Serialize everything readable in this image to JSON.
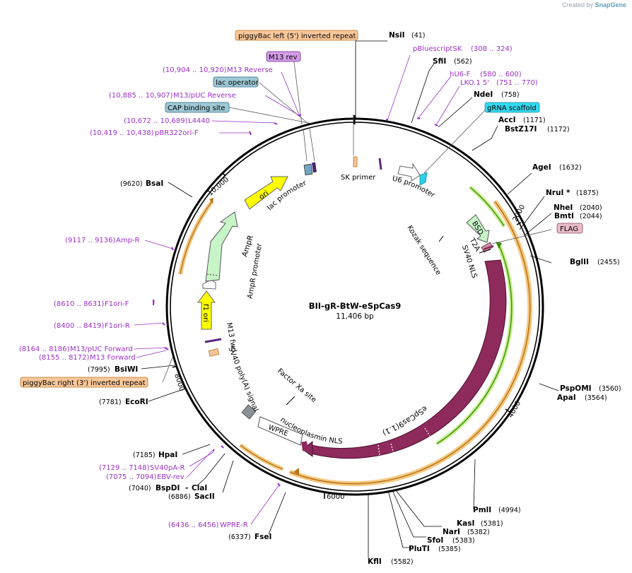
{
  "watermark": {
    "prefix": "Created by",
    "brand": "SnapGene"
  },
  "plasmid": {
    "name": "BII-gR-BtW-eSpCas9",
    "length": "11,406 bp",
    "ticks": [
      "2000",
      "4000",
      "6000",
      "8000",
      "10,000"
    ]
  },
  "colors": {
    "primer": "#9b30c8",
    "cas9": "#8e2a5c",
    "promoter_fill": "#ffffff",
    "ori": "#ffff00",
    "ampr": "#c8f5c8",
    "orange": "#f5a623",
    "green_arc": "#7dcc2a"
  },
  "sites": [
    {
      "name": "NsiI",
      "pos": "(41)"
    },
    {
      "name": "SfiI",
      "pos": "(562)"
    },
    {
      "name": "NdeI",
      "pos": "(758)"
    },
    {
      "name": "AccI",
      "pos": "(1171)"
    },
    {
      "name": "BstZ17I",
      "pos": "(1172)"
    },
    {
      "name": "AgeI",
      "pos": "(1632)"
    },
    {
      "name": "NruI *",
      "pos": "(1875)"
    },
    {
      "name": "NheI",
      "pos": "(2040)"
    },
    {
      "name": "BmtI",
      "pos": "(2044)"
    },
    {
      "name": "BglII",
      "pos": "(2455)"
    },
    {
      "name": "PspOMI",
      "pos": "(3560)"
    },
    {
      "name": "ApaI",
      "pos": "(3564)"
    },
    {
      "name": "PmlI",
      "pos": "(4994)"
    },
    {
      "name": "KasI",
      "pos": "(5381)"
    },
    {
      "name": "NarI",
      "pos": "(5382)"
    },
    {
      "name": "SfoI",
      "pos": "(5383)"
    },
    {
      "name": "PluTI",
      "pos": "(5385)"
    },
    {
      "name": "KflI",
      "pos": "(5582)"
    },
    {
      "name": "FseI",
      "pos": "(6337)"
    },
    {
      "name": "SacII",
      "pos": "(6886)"
    },
    {
      "name": "BspDI",
      "pos": "(7040)"
    },
    {
      "name": "ClaI",
      "pos": ""
    },
    {
      "name": "HpaI",
      "pos": "(7185)"
    },
    {
      "name": "EcoRI",
      "pos": "(7781)"
    },
    {
      "name": "BsiWI",
      "pos": "(7995)"
    },
    {
      "name": "BsaI",
      "pos": "(9620)"
    }
  ],
  "primers": [
    {
      "name": "pBluescriptSK",
      "range": "(308 .. 324)"
    },
    {
      "name": "hU6-F",
      "range": "(580 .. 600)"
    },
    {
      "name": "LKO.1 5'",
      "range": "(751 .. 770)"
    },
    {
      "name": "M13 Reverse",
      "range": "(10,904 .. 10,920)"
    },
    {
      "name": "M13/pUC Reverse",
      "range": "(10,885 .. 10,907)"
    },
    {
      "name": "L4440",
      "range": "(10,672 .. 10,689)"
    },
    {
      "name": "pBR322ori-F",
      "range": "(10,419 .. 10,438)"
    },
    {
      "name": "Amp-R",
      "range": "(9117 .. 9136)"
    },
    {
      "name": "F1ori-F",
      "range": "(8610 .. 8631)"
    },
    {
      "name": "F1ori-R",
      "range": "(8400 .. 8419)"
    },
    {
      "name": "M13/pUC Forward",
      "range": "(8164 .. 8186)"
    },
    {
      "name": "M13 Forward",
      "range": "(8155 .. 8172)"
    },
    {
      "name": "SV40pA-R",
      "range": "(7129 .. 7148)"
    },
    {
      "name": "EBV-rev",
      "range": "(7075 .. 7094)"
    },
    {
      "name": "WPRE-R",
      "range": "(6436 .. 6456)"
    }
  ],
  "boxed_labels": {
    "piggybac_left": "piggyBac left (5') inverted repeat",
    "m13_rev": "M13 rev",
    "lac_operator": "lac operator",
    "cap_binding": "CAP binding site",
    "grna_scaffold": "gRNA scaffold",
    "flag": "FLAG",
    "piggybac_right": "piggyBac right (3') inverted repeat"
  },
  "features": {
    "sk_primer": "SK primer",
    "u6_promoter": "U6 promoter",
    "kozak": "Kozak sequence",
    "bsd": "BSD",
    "t2a": "T2A",
    "sv40_nls": "SV40 NLS",
    "espcas9": "eSpCas9(1.1)",
    "nucleoplasmin_nls": "nucleoplasmin NLS",
    "wpre": "WPRE",
    "factor_xa": "Factor Xa site",
    "sv40_polya": "SV40 poly(A) signal",
    "m13_fwd": "M13 fwd",
    "f1_ori": "f1 ori",
    "ampr_promoter": "AmpR promoter",
    "ampr": "AmpR",
    "ori": "ori",
    "lac_promoter": "lac promoter"
  }
}
